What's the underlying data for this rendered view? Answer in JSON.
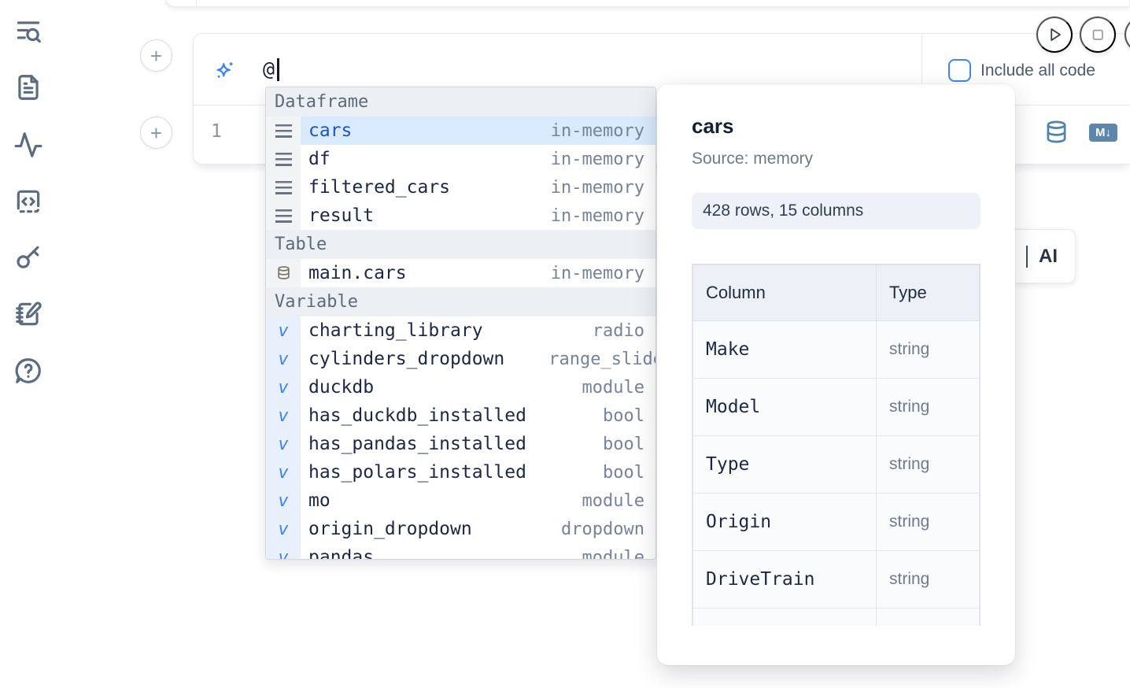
{
  "sidebar": {
    "items": [
      {
        "icon": "list-search-icon"
      },
      {
        "icon": "file-text-icon"
      },
      {
        "icon": "activity-icon"
      },
      {
        "icon": "code-square-icon"
      },
      {
        "icon": "key-icon"
      },
      {
        "icon": "notebook-pen-icon"
      },
      {
        "icon": "help-circle-icon"
      }
    ]
  },
  "cell": {
    "add_cell_above_label": "+",
    "add_cell_below_label": "+",
    "prompt_value": "@",
    "include_all_code_label": "Include all code",
    "checkbox_checked": false,
    "accent_color": "#4285f4",
    "line_number": "1",
    "toolbar_icons": [
      "database-icon",
      "markdown-icon"
    ],
    "markdown_badge_text": "M↓",
    "ai_panel_label": "AI"
  },
  "autocomplete": {
    "sections": [
      {
        "label": "Dataframe",
        "items": [
          {
            "name": "cars",
            "detail": "in-memory",
            "icon": "dataframe",
            "selected": true
          },
          {
            "name": "df",
            "detail": "in-memory",
            "icon": "dataframe",
            "selected": false
          },
          {
            "name": "filtered_cars",
            "detail": "in-memory",
            "icon": "dataframe",
            "selected": false
          },
          {
            "name": "result",
            "detail": "in-memory",
            "icon": "dataframe",
            "selected": false
          }
        ]
      },
      {
        "label": "Table",
        "items": [
          {
            "name": "main.cars",
            "detail": "in-memory",
            "icon": "database",
            "selected": false
          }
        ]
      },
      {
        "label": "Variable",
        "items": [
          {
            "name": "charting_library",
            "detail": "radio",
            "icon": "variable",
            "selected": false
          },
          {
            "name": "cylinders_dropdown",
            "detail": "range_slider",
            "icon": "variable",
            "selected": false
          },
          {
            "name": "duckdb",
            "detail": "module",
            "icon": "variable",
            "selected": false
          },
          {
            "name": "has_duckdb_installed",
            "detail": "bool",
            "icon": "variable",
            "selected": false
          },
          {
            "name": "has_pandas_installed",
            "detail": "bool",
            "icon": "variable",
            "selected": false
          },
          {
            "name": "has_polars_installed",
            "detail": "bool",
            "icon": "variable",
            "selected": false
          },
          {
            "name": "mo",
            "detail": "module",
            "icon": "variable",
            "selected": false
          },
          {
            "name": "origin_dropdown",
            "detail": "dropdown",
            "icon": "variable",
            "selected": false
          },
          {
            "name": "pandas",
            "detail": "module",
            "icon": "variable",
            "selected": false
          }
        ]
      }
    ]
  },
  "preview": {
    "title": "cars",
    "source": "Source: memory",
    "stats": "428 rows, 15 columns",
    "table": {
      "headers": [
        "Column",
        "Type"
      ],
      "rows": [
        [
          "Make",
          "string"
        ],
        [
          "Model",
          "string"
        ],
        [
          "Type",
          "string"
        ],
        [
          "Origin",
          "string"
        ],
        [
          "DriveTrain",
          "string"
        ],
        [
          "",
          ""
        ]
      ]
    }
  }
}
